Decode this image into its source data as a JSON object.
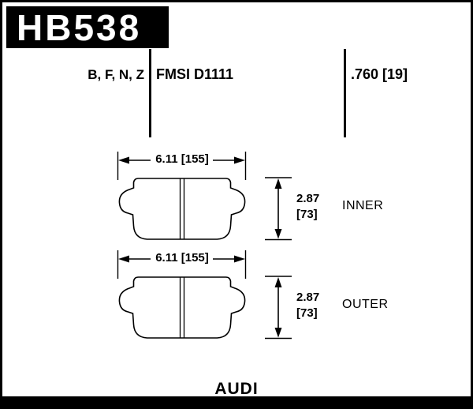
{
  "colors": {
    "ink": "#000000",
    "paper": "#ffffff"
  },
  "header": {
    "part_number": "HB538",
    "compounds": "B, F, N, Z",
    "fmsi": "FMSI D1111",
    "pad_thickness": ".760 [19]"
  },
  "pads": {
    "inner": {
      "width": "6.11 [155]",
      "height_in": "2.87",
      "height_mm": "[73]",
      "side_label": "INNER"
    },
    "outer": {
      "width": "6.11 [155]",
      "height_in": "2.87",
      "height_mm": "[73]",
      "side_label": "OUTER"
    }
  },
  "footer": {
    "vehicle": "AUDI"
  }
}
